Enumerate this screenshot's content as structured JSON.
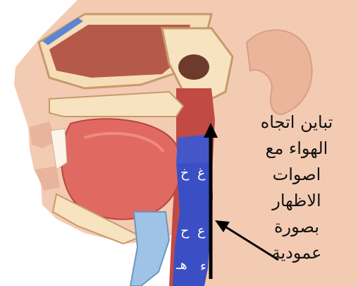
{
  "caption": {
    "lines": [
      "تباين اتجاه",
      "الهواء مع",
      "اصوات",
      "الاظهار",
      "بصورة",
      "عمودية"
    ]
  },
  "letters": {
    "ghain": "غ",
    "khaa": "خ",
    "ain": "ع",
    "haa": "ح",
    "hamza": "ء",
    "ha": "هـ"
  },
  "colors": {
    "airway_blue": "#3b4fc4",
    "skin": "#f2c9b0",
    "tissue_red": "#d9534f",
    "bone": "#f7e7c6",
    "arrow": "#000000"
  }
}
